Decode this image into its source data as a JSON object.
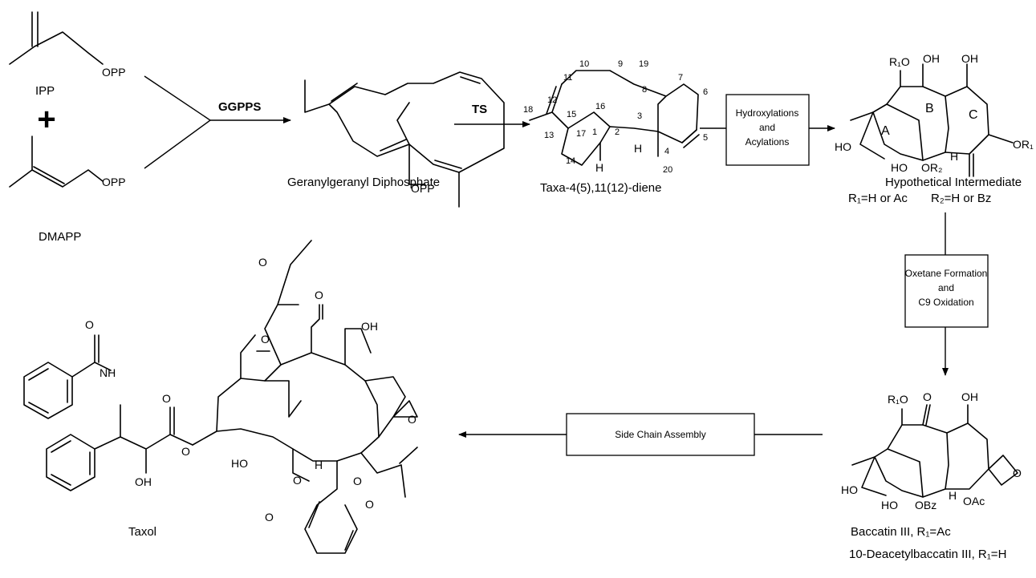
{
  "compounds": {
    "ipp": "IPP",
    "dmapp": "DMAPP",
    "ggpp": "Geranylgeranyl Diphosphate",
    "taxadiene": "Taxa-4(5),11(12)-diene",
    "intermediate": "Hypothetical Intermediate",
    "intermediate_r1": "R₁=H or Ac",
    "intermediate_r2": "R₂=H or Bz",
    "baccatin": "Baccatin III, R₁=Ac",
    "deacetylbaccatin": "10-Deacetylbaccatin III, R₁=H",
    "taxol": "Taxol"
  },
  "operators": {
    "plus": "+"
  },
  "enzymes": {
    "ggpps": "GGPPS",
    "ts": "TS"
  },
  "steps": {
    "hydroxylation": [
      "Hydroxylations",
      "and",
      "Acylations"
    ],
    "oxetane": [
      "Oxetane Formation",
      "and",
      "C9 Oxidation"
    ],
    "side_chain": "Side Chain Assembly"
  },
  "atoms": {
    "opp": "OPP",
    "oh": "OH",
    "ho": "HO",
    "o": "O",
    "nh": "NH",
    "h": "H",
    "r1o": "R₁O",
    "or1": "OR₁",
    "or2": "OR₂",
    "obz": "OBz",
    "oac": "OAc"
  },
  "ring_labels": {
    "a": "A",
    "b": "B",
    "c": "C"
  },
  "carbon_numbers": [
    "18",
    "11",
    "10",
    "9",
    "19",
    "7",
    "6",
    "12",
    "15",
    "16",
    "8",
    "13",
    "17",
    "3",
    "5",
    "1",
    "2",
    "4",
    "14",
    "20"
  ]
}
